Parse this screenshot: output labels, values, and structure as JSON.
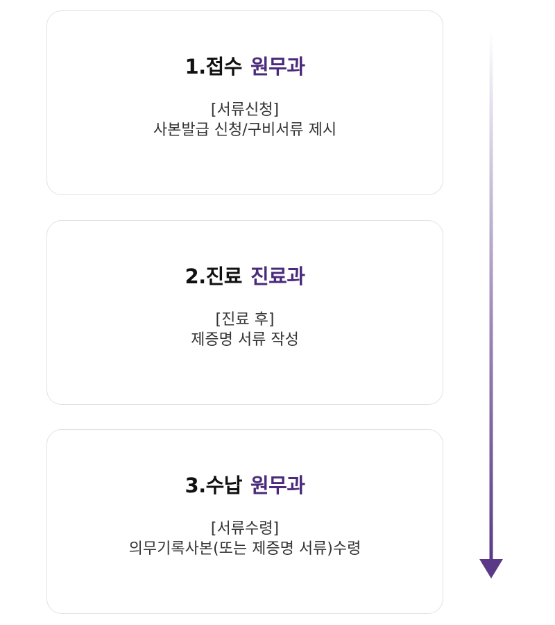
{
  "steps": [
    {
      "label": "1.접수",
      "dept": "원무과",
      "subtitle": "[서류신청]",
      "detail": "사본발급 신청/구비서류 제시"
    },
    {
      "label": "2.진료",
      "dept": "진료과",
      "subtitle": "[진료 후]",
      "detail": "제증명 서류 작성"
    },
    {
      "label": "3.수납",
      "dept": "원무과",
      "subtitle": "[서류수령]",
      "detail": "의무기록사본(또는 제증명 서류)수령"
    }
  ],
  "colors": {
    "accent": "#4b2a7b",
    "arrow": "#5a3a86",
    "card_border": "#e2e2e2"
  },
  "icons": {
    "flow": "down-arrow-icon"
  }
}
